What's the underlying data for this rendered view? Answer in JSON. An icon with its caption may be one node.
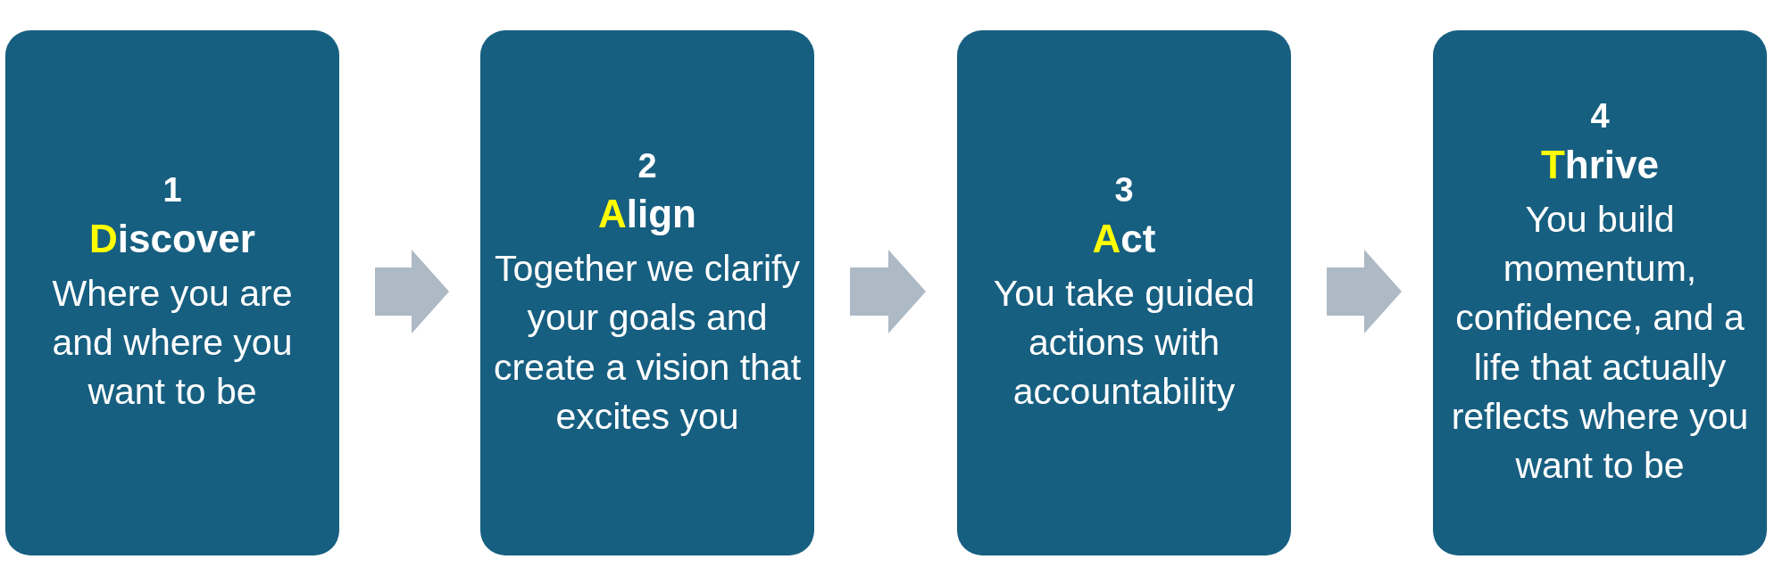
{
  "diagram": {
    "nodes": [
      {
        "text": [
          "1",
          "Discover",
          "Where you are and where you want to be"
        ]
      },
      {
        "text": [
          "2",
          "Align",
          "Together we clarify your goals and create a vision that excites you"
        ]
      },
      {
        "text": [
          "3",
          "Act",
          "You take guided actions with accountability"
        ]
      },
      {
        "text": [
          "4",
          "Thrive",
          "You build momentum, confidence, and a life that actually reflects where you want to be"
        ]
      }
    ],
    "edges": [
      {
        "from": 0,
        "to": 1,
        "arrow": "to"
      },
      {
        "from": 1,
        "to": 2,
        "arrow": "to"
      },
      {
        "from": 2,
        "to": 3,
        "arrow": "to"
      }
    ]
  }
}
